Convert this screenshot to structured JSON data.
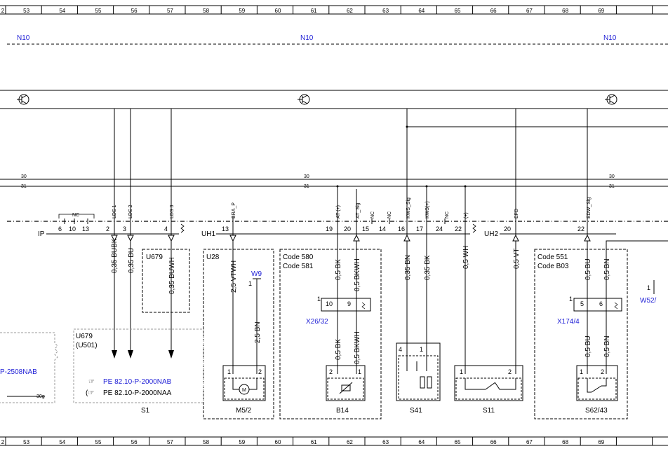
{
  "grid": {
    "columns": [
      "2",
      "53",
      "54",
      "55",
      "56",
      "57",
      "58",
      "59",
      "60",
      "61",
      "62",
      "63",
      "64",
      "65",
      "66",
      "67",
      "68",
      "69"
    ]
  },
  "bus": {
    "n10_label": "N10",
    "line_30": "30",
    "line_31": "31"
  },
  "connectors": {
    "ip": {
      "name": "IP",
      "pins": [
        "6",
        "10",
        "13",
        "2",
        "3",
        "4"
      ],
      "nc": "NC",
      "signals": [
        "LDS 1",
        "LDS 2",
        "LDS 3"
      ]
    },
    "uh1": {
      "name": "UH1",
      "pins": [
        "13",
        "19",
        "20",
        "15",
        "14",
        "16",
        "17",
        "24",
        "22"
      ],
      "signals": [
        "BRA_P",
        "AT (+)",
        "AT_Sig",
        "NC",
        "NC",
        "KWS_Sig",
        "KWS(+)",
        "NC",
        "(+)"
      ]
    },
    "uh2": {
      "name": "UH2",
      "pins": [
        "20",
        "22"
      ],
      "signals": [
        "EFD",
        "EDW_Sig"
      ]
    }
  },
  "wires": {
    "w1": "0,35 BUBK",
    "w2": "0,35 BU",
    "w3": "0,35 BUWH",
    "w4": "2,5 VTWH",
    "w5": "2,5 BN",
    "w6": "0,5 BK",
    "w7": "0,5 BKWH",
    "w8": "0,35 BN",
    "w9": "0,35 BK",
    "w10": "0,5 WH",
    "w11": "0,5 VT",
    "w12": "0,5 BU",
    "w13": "0,5 BN"
  },
  "boxes": {
    "u679_small": "U679",
    "u28": "U28",
    "code580": "Code 580",
    "code581": "Code 581",
    "code551": "Code 551",
    "codeB03": "Code B03",
    "u679_big": "U679",
    "u501": "(U501)",
    "ref1": "PE 82.10-P-2000NAB",
    "ref2": "PE 82.10-P-2000NAA",
    "left_ref": "P-2508NAB",
    "left_30g": "30g"
  },
  "refs": {
    "w9": "W9",
    "x26": "X26/32",
    "x174": "X174/4",
    "w52": "W52/"
  },
  "components": {
    "s1": "S1",
    "m52": "M5/2",
    "b14": "B14",
    "s41": "S41",
    "s11": "S11",
    "s6243": "S62/43"
  },
  "pins": {
    "p1": "1",
    "p2": "2",
    "p4": "4",
    "p5": "5",
    "p6": "6",
    "p9": "9",
    "p10": "10",
    "motor": "M"
  }
}
